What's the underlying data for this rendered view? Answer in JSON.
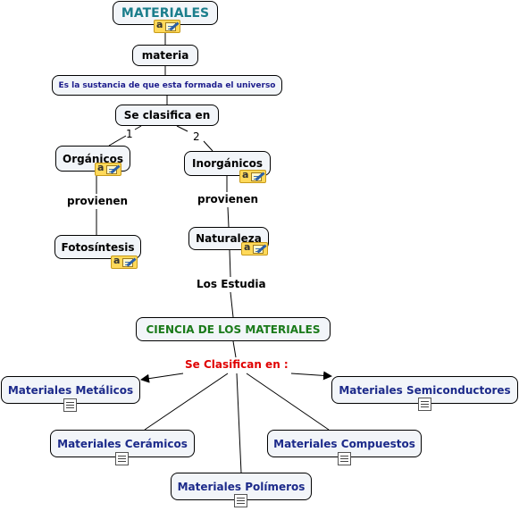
{
  "concepts": {
    "materiales": "MATERIALES",
    "materia": "materia",
    "definicion": "Es la sustancia de que esta formada el universo",
    "clasifica": "Se clasifica en",
    "organicos": "Orgánicos",
    "inorganicos": "Inorgánicos",
    "fotosintesis": "Fotosíntesis",
    "naturaleza": "Naturaleza",
    "ciencia": "CIENCIA DE LOS MATERIALES",
    "metalicos": "Materiales Metálicos",
    "semiconductores": "Materiales Semiconductores",
    "ceramicos": "Materiales Cerámicos",
    "compuestos": "Materiales Compuestos",
    "polimeros": "Materiales Polímeros"
  },
  "links": {
    "num_1": "1",
    "num_2": "2",
    "provienen_1": "provienen",
    "provienen_2": "provienen",
    "los_estudia": "Los Estudia",
    "se_clasifican": "Se Clasifican en :"
  },
  "icons": {
    "note": "note-pencil-icon",
    "document": "document-icon"
  },
  "colors": {
    "title_teal": "#1b7e8c",
    "definition_navy": "#1c1c8c",
    "ciencia_green": "#1a7a1a",
    "classify_red": "#e00000",
    "materials_navy": "#1c2a8a",
    "node_fill": "#f2f5f9"
  }
}
